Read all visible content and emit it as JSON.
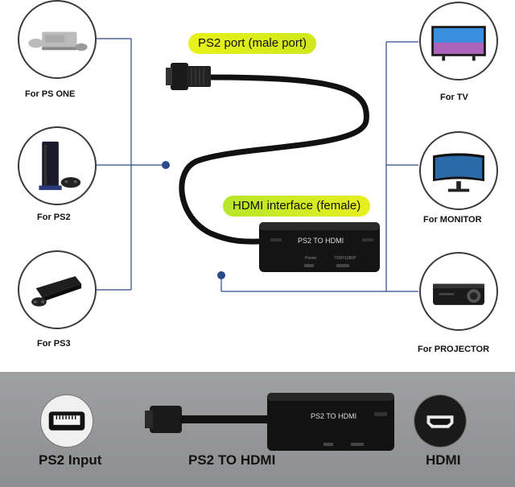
{
  "callouts": {
    "ps2_port": "PS2 port (male port)",
    "hdmi_interface": "HDMI interface (female)"
  },
  "sources": [
    {
      "label": "For PS ONE",
      "icon": "ps-one-console-icon"
    },
    {
      "label": "For PS2",
      "icon": "ps2-console-icon"
    },
    {
      "label": "For PS3",
      "icon": "ps3-console-icon"
    }
  ],
  "displays": [
    {
      "label": "For TV",
      "icon": "tv-icon"
    },
    {
      "label": "For MONITOR",
      "icon": "monitor-icon"
    },
    {
      "label": "For PROJECTOR",
      "icon": "projector-icon"
    }
  ],
  "adapter": {
    "body_text": "PS2 TO HDMI",
    "power_text": "Power",
    "res_text": "720P/1080P"
  },
  "bottom": {
    "left_label": "PS2 Input",
    "center_label": "PS2 TO HDMI",
    "right_label": "HDMI"
  },
  "colors": {
    "line": "#2a4a8a",
    "dot": "#2a4a8a",
    "tag_yellow": "#e8f21a",
    "tag_green": "#b8e62a",
    "bottom_bg": "#9a9b9d"
  }
}
